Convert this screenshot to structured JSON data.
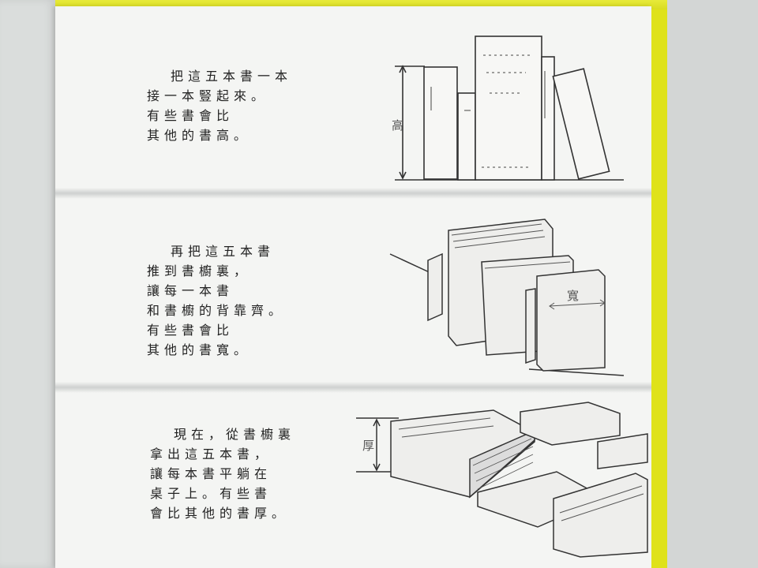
{
  "sections": [
    {
      "lines": [
        "把這五本書一本",
        "接一本豎起來。",
        "有些書會比",
        "其他的書高。"
      ],
      "diagram_label": "高"
    },
    {
      "lines": [
        "再把這五本書",
        "推到書櫥裏，",
        "讓每一本書",
        "和書櫥的背靠齊。",
        "有些書會比",
        "其他的書寬。"
      ],
      "diagram_label": "寬"
    },
    {
      "lines": [
        "現在，從書櫥裏",
        "拿出這五本書，",
        "讓每本書平躺在",
        "桌子上。有些書",
        "會比其他的書厚。"
      ],
      "diagram_label": "厚"
    }
  ]
}
